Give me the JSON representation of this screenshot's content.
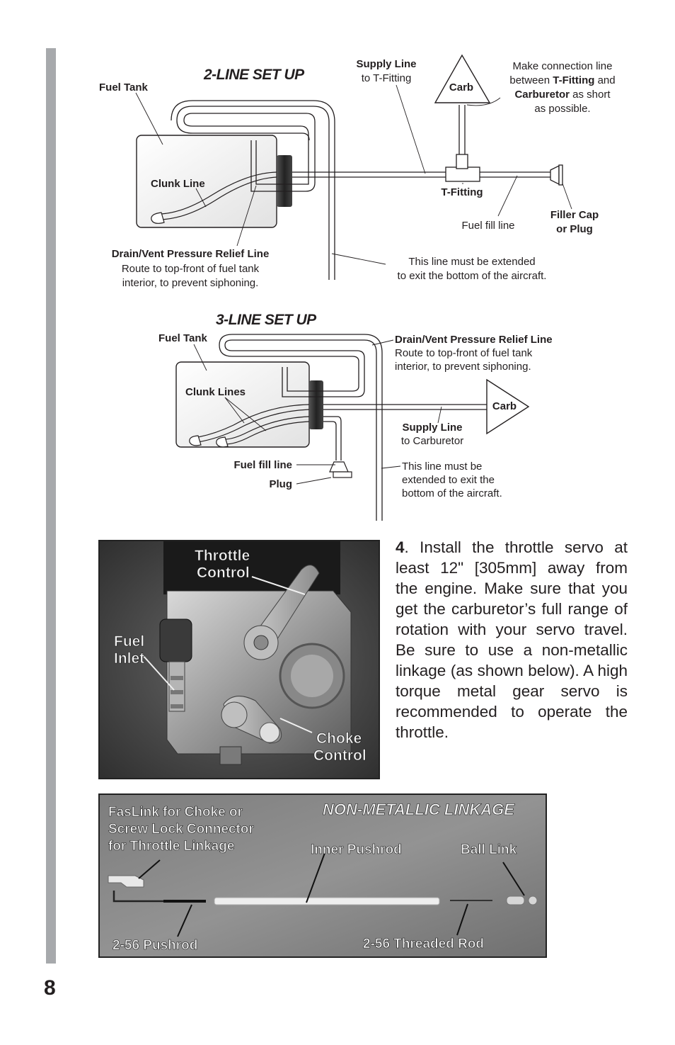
{
  "page_number": "8",
  "two_line": {
    "title": "2-LINE SET UP",
    "fuel_tank": "Fuel Tank",
    "clunk_line": "Clunk Line",
    "supply_line_bold": "Supply Line",
    "supply_line_rest": "to T-Fitting",
    "carb": "Carb",
    "note_line1": "Make connection line",
    "note_line2_a": "between ",
    "note_line2_b": "T-Fitting",
    "note_line2_c": " and",
    "note_line3_a": "Carburetor",
    "note_line3_b": " as short",
    "note_line4": "as possible.",
    "t_fitting": "T-Fitting",
    "fuel_fill_line": "Fuel fill line",
    "filler_cap_1": "Filler Cap",
    "filler_cap_2": "or Plug",
    "drain_vent": "Drain/Vent Pressure Relief Line",
    "route_1": "Route to top-front of fuel tank",
    "route_2": "interior, to prevent siphoning.",
    "extend_1": "This line must be extended",
    "extend_2": "to exit the bottom of the aircraft."
  },
  "three_line": {
    "title": "3-LINE SET UP",
    "fuel_tank": "Fuel Tank",
    "drain_vent": "Drain/Vent Pressure Relief Line",
    "route_1": "Route to top-front of fuel tank",
    "route_2": "interior, to prevent siphoning.",
    "clunk_lines": "Clunk Lines",
    "carb": "Carb",
    "supply_line_bold": "Supply Line",
    "supply_line_rest": "to Carburetor",
    "fuel_fill_line": "Fuel fill line",
    "plug": "Plug",
    "extend_1": "This line must be",
    "extend_2": "extended to exit the",
    "extend_3": "bottom of the aircraft."
  },
  "photo1": {
    "throttle_1": "Throttle",
    "throttle_2": "Control",
    "fuel_1": "Fuel",
    "fuel_2": "Inlet",
    "choke_1": "Choke",
    "choke_2": "Control"
  },
  "step4": {
    "number": "4",
    "text": ". Install the throttle servo at least 12\" [305mm] away from the engine. Make sure that you get the carburetor’s full range of rotation with your servo travel. Be sure to use a non-metallic linkage (as shown below). A high torque metal gear servo is recommended to operate the throttle."
  },
  "photo2": {
    "title": "NON-METALLIC LINKAGE",
    "faslink_1": "FasLink for Choke or",
    "faslink_2": "Screw Lock Connector",
    "faslink_3": "for Throttle Linkage",
    "inner_pushrod": "Inner Pushrod",
    "ball_link": "Ball Link",
    "pushrod_256": "2-56 Pushrod",
    "threaded_rod": "2-56 Threaded Rod"
  }
}
